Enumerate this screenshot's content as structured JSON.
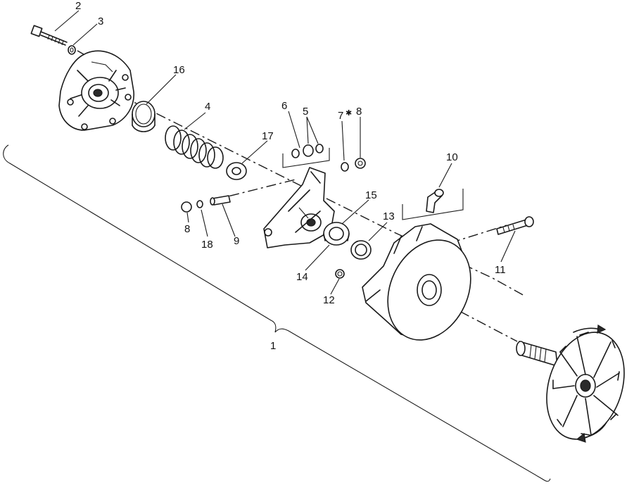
{
  "callouts": {
    "c1": "1",
    "c2": "2",
    "c3": "3",
    "c4": "4",
    "c5": "5",
    "c6": "6",
    "c7": "7",
    "c7mark": "✱",
    "c8a": "8",
    "c8b": "8",
    "c9": "9",
    "c10": "10",
    "c11": "11",
    "c12": "12",
    "c13": "13",
    "c14": "14",
    "c15": "15",
    "c16": "16",
    "c17": "17",
    "c18": "18"
  },
  "colors": {
    "ink": "#1a1a1a",
    "paper": "#ffffff"
  }
}
